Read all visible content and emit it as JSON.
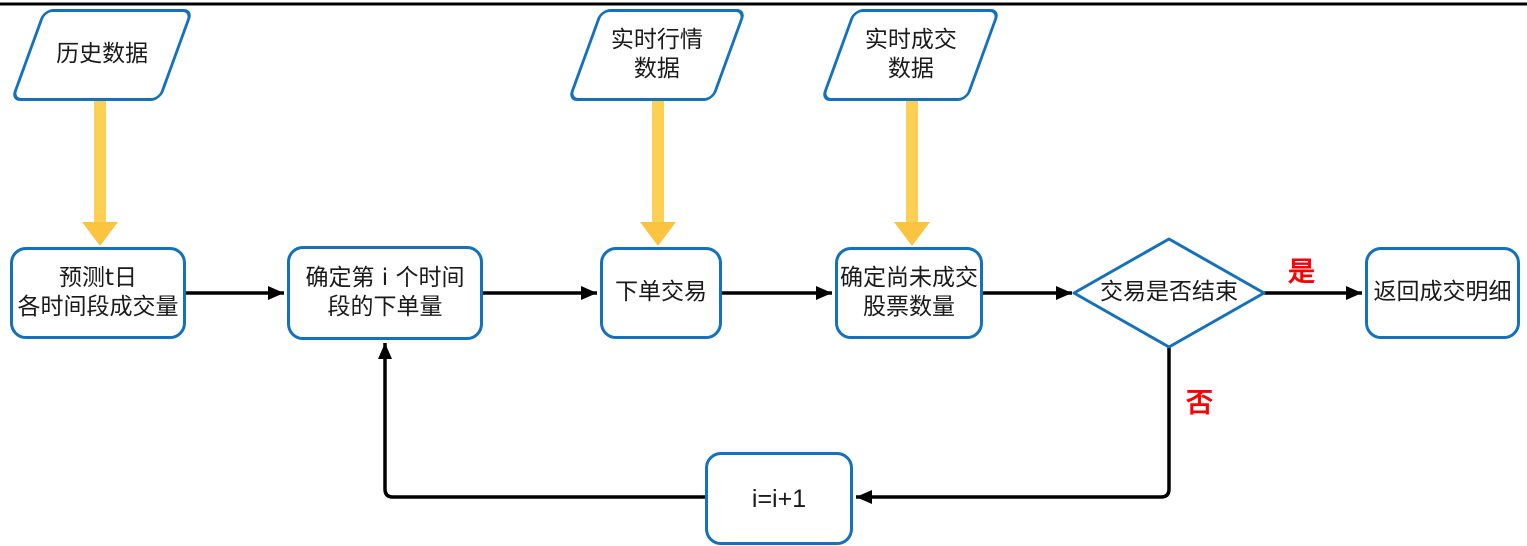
{
  "diagram": {
    "type": "flowchart",
    "colors": {
      "shape_border": "#1371BE",
      "connector": "#000000",
      "yellow_arrow_shaft": "#FCD052",
      "yellow_arrow_head": "#FBC440",
      "branch_label_red": "#FE0000",
      "text": "#1a1a1a",
      "background": "#ffffff"
    },
    "nodes": {
      "input_history": {
        "type": "parallelogram",
        "lines": {
          "0": "历史数据"
        }
      },
      "input_market": {
        "type": "parallelogram",
        "lines": {
          "0": "实时行情",
          "1": "数据"
        }
      },
      "input_trades": {
        "type": "parallelogram",
        "lines": {
          "0": "实时成交",
          "1": "数据"
        }
      },
      "predict_volume": {
        "type": "process",
        "lines": {
          "0": "预测t日",
          "1": "各时间段成交量"
        }
      },
      "determine_order": {
        "type": "process",
        "lines": {
          "0": "确定第 i 个时间",
          "1": "段的下单量"
        }
      },
      "place_order": {
        "type": "process",
        "lines": {
          "0": "下单交易"
        }
      },
      "unfilled_qty": {
        "type": "process",
        "lines": {
          "0": "确定尚未成交",
          "1": "股票数量"
        }
      },
      "decision_end": {
        "type": "decision",
        "lines": {
          "0": "交易是否结束"
        }
      },
      "return_details": {
        "type": "process",
        "lines": {
          "0": "返回成交明细"
        }
      },
      "increment": {
        "type": "process",
        "lines": {
          "0": "i=i+1"
        }
      }
    },
    "branch_labels": {
      "yes": "是",
      "no": "否"
    },
    "edges": [
      {
        "from": "input_history",
        "to": "predict_volume",
        "style": "thick-yellow"
      },
      {
        "from": "input_market",
        "to": "place_order",
        "style": "thick-yellow"
      },
      {
        "from": "input_trades",
        "to": "unfilled_qty",
        "style": "thick-yellow"
      },
      {
        "from": "predict_volume",
        "to": "determine_order",
        "style": "black-arrow"
      },
      {
        "from": "determine_order",
        "to": "place_order",
        "style": "black-arrow"
      },
      {
        "from": "place_order",
        "to": "unfilled_qty",
        "style": "black-arrow"
      },
      {
        "from": "unfilled_qty",
        "to": "decision_end",
        "style": "black-arrow"
      },
      {
        "from": "decision_end",
        "to": "return_details",
        "style": "black-arrow",
        "label": "是"
      },
      {
        "from": "decision_end",
        "to": "increment",
        "style": "black-arrow",
        "label": "否"
      },
      {
        "from": "increment",
        "to": "determine_order",
        "style": "black-arrow"
      }
    ]
  }
}
